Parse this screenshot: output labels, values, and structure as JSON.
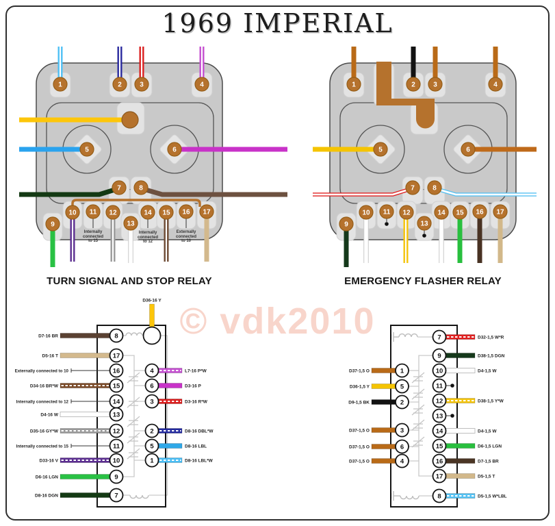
{
  "title": "1969 IMPERIAL",
  "watermark": "© vdk2010",
  "connectors": {
    "left": {
      "caption": "TURN SIGNAL AND STOP RELAY",
      "pins": [
        "1",
        "2",
        "3",
        "4",
        "5",
        "6",
        "7",
        "8",
        "9",
        "10",
        "11",
        "12",
        "13",
        "14",
        "15",
        "16",
        "17"
      ],
      "notes": {
        "pin11": "Internally\nconnected\nto 15",
        "pin14": "Internally\nconnected\nto 12",
        "pin16": "Externally\nconnected\nto 10"
      },
      "wires": {
        "1": {
          "color": "#4fc0f5",
          "stripe": true
        },
        "2": {
          "color": "#2a2a9e",
          "stripe": true
        },
        "3": {
          "color": "#da1f1f",
          "stripe": true
        },
        "4": {
          "color": "#c44fd0",
          "stripe": true
        },
        "5": {
          "color": "#2aa3ee"
        },
        "6": {
          "color": "#c832c8"
        },
        "7": {
          "color": "#143a14"
        },
        "8": {
          "color": "#6d5140"
        },
        "9": {
          "color": "#29c144"
        },
        "10": {
          "color": "#5b2d90",
          "stripe": true
        },
        "12": {
          "color": "#9a9a9a",
          "stripe": true
        },
        "13": {
          "color": "#ffffff"
        },
        "15": {
          "color": "#6d4a33",
          "stripe": true
        },
        "17": {
          "color": "#d3b98d"
        },
        "flasher": {
          "color": "#fdc60a"
        },
        "jumper": {
          "color": "#b5722d"
        }
      }
    },
    "right": {
      "caption": "EMERGENCY FLASHER RELAY",
      "pins": [
        "1",
        "2",
        "3",
        "4",
        "5",
        "6",
        "7",
        "8",
        "9",
        "10",
        "11",
        "12",
        "13",
        "14",
        "15",
        "16",
        "17"
      ],
      "wires": {
        "1": {
          "color": "#b96a17"
        },
        "2": {
          "color": "#121212"
        },
        "3": {
          "color": "#b96a17"
        },
        "4": {
          "color": "#b96a17"
        },
        "5": {
          "color": "#f5c400"
        },
        "6": {
          "color": "#bf6a1a"
        },
        "7": {
          "color": "#e02020",
          "edge": true
        },
        "8": {
          "color": "#55c1f2",
          "edge": true
        },
        "9": {
          "color": "#15391b"
        },
        "10": {
          "color": "#ffffff"
        },
        "12": {
          "color": "#f4c40c",
          "stripe": true
        },
        "14": {
          "color": "#ffffff"
        },
        "15": {
          "color": "#28bf3e"
        },
        "16": {
          "color": "#483223"
        },
        "17": {
          "color": "#d2b88a"
        },
        "strap": {
          "color": "#b5722d"
        }
      }
    }
  },
  "schematics": {
    "left": {
      "top_label": "D36-16 Y",
      "top_color": "#fdc60a",
      "left_rows": [
        {
          "pin": "8",
          "label": "D7-16 BR",
          "color": "#5a4132"
        },
        {
          "pin": "17",
          "label": "D5-16 T",
          "color": "#d3b98d"
        },
        {
          "pin": "16",
          "label": "Externally connected to 10",
          "color": null
        },
        {
          "pin": "15",
          "label": "D34-16 BR*W",
          "color": "#7a4a28",
          "stripe": true
        },
        {
          "pin": "14",
          "label": "Internally connected to 12",
          "color": null
        },
        {
          "pin": "13",
          "label": "D4-16 W",
          "color": "#ffffff"
        },
        {
          "pin": "12",
          "label": "D35-16 GY*W",
          "color": "#9a9a9a",
          "stripe": true
        },
        {
          "pin": "11",
          "label": "Internally connected to 15",
          "color": null
        },
        {
          "pin": "10",
          "label": "D33-16 V",
          "color": "#5b2d90",
          "stripe": true
        },
        {
          "pin": "9",
          "label": "D6-16 LGN",
          "color": "#29c144"
        },
        {
          "pin": "7",
          "label": "D8-16 DGN",
          "color": "#143a14"
        }
      ],
      "right_rows": [
        {
          "pin": "4",
          "label": "L7-16 P*W",
          "color": "#c44fd0",
          "stripe": true
        },
        {
          "pin": "6",
          "label": "D3-16 P",
          "color": "#c832c8"
        },
        {
          "pin": "3",
          "label": "D3-16 R*W",
          "color": "#da1c1c",
          "stripe": true
        },
        {
          "pin": "2",
          "label": "D8-16 DBL*W",
          "color": "#232a9e",
          "stripe": true
        },
        {
          "pin": "5",
          "label": "D8-16 LBL",
          "color": "#2fa8e8"
        },
        {
          "pin": "1",
          "label": "D8-16 LBL*W",
          "color": "#49bdf4",
          "stripe": true
        }
      ]
    },
    "right": {
      "left_rows": [
        {
          "pin": "1",
          "label": "D37-1,5 O",
          "color": "#b96a17"
        },
        {
          "pin": "5",
          "label": "D36-1,5 Y",
          "color": "#f5c400"
        },
        {
          "pin": "2",
          "label": "D9-1,5 BK",
          "color": "#121212"
        },
        {
          "pin": "3",
          "label": "D37-1,5 O",
          "color": "#b96a17"
        },
        {
          "pin": "6",
          "label": "D37-1,5 O",
          "color": "#b96a17"
        },
        {
          "pin": "4",
          "label": "D37-1,5 O",
          "color": "#b96a17"
        }
      ],
      "right_rows": [
        {
          "pin": "7",
          "label": "D32-1,5 W*R",
          "color": "#e02020",
          "stripe": true
        },
        {
          "pin": "9",
          "label": "D38-1,5 DGN",
          "color": "#15391b"
        },
        {
          "pin": "10",
          "label": "D4-1,5 W",
          "color": "#ffffff"
        },
        {
          "pin": "11",
          "label": null,
          "dot": true
        },
        {
          "pin": "12",
          "label": "D38-1,5 Y*W",
          "color": "#f4c40c",
          "stripe": true
        },
        {
          "pin": "13",
          "label": null,
          "dot": true
        },
        {
          "pin": "14",
          "label": "D4-1,5 W",
          "color": "#ffffff"
        },
        {
          "pin": "15",
          "label": "D6-1,5 LGN",
          "color": "#28bf3e"
        },
        {
          "pin": "16",
          "label": "D7-1,5 BR",
          "color": "#4a3524"
        },
        {
          "pin": "17",
          "label": "D5-1,5 T",
          "color": "#d2b88a"
        },
        {
          "pin": "8",
          "label": "D5-1,5 W*LBL",
          "color": "#55c1f2",
          "stripe": true
        }
      ]
    }
  }
}
